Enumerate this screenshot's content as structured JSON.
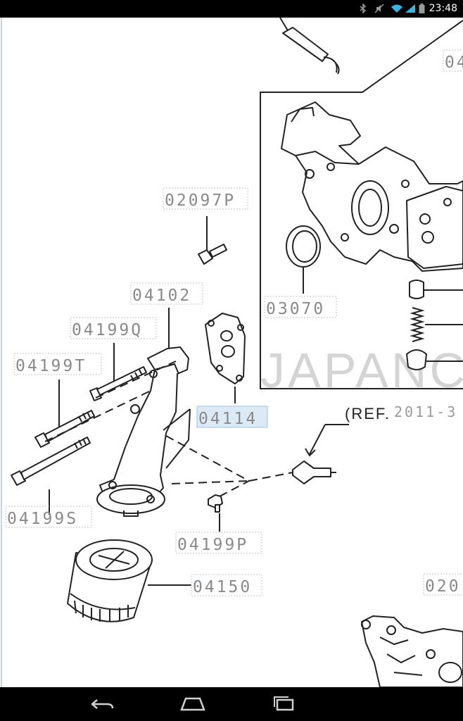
{
  "status_bar": {
    "time": "23:48",
    "icons": [
      "bluetooth-icon",
      "mute-icon",
      "wifi-icon",
      "signal-icon",
      "battery-icon"
    ]
  },
  "diagram": {
    "part_labels": {
      "p02097P": "02097P",
      "p04102": "04102",
      "p04199Q": "04199Q",
      "p04199T": "04199T",
      "p04114": "04114",
      "p04199S": "04199S",
      "p04199P": "04199P",
      "p04150": "04150",
      "p03070": "03070",
      "edge_top": "04",
      "edge_bottom": "020"
    },
    "reference_note": "(REF.",
    "reference_faded": "2011-3",
    "watermark": "JAPANC",
    "selected_label": "04114"
  },
  "nav_bar": {
    "buttons": [
      "back-icon",
      "home-icon",
      "recent-apps-icon"
    ]
  }
}
